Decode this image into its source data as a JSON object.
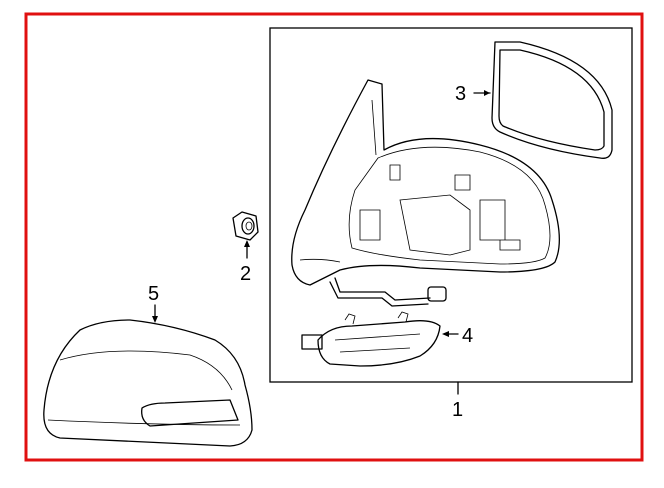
{
  "diagram": {
    "frame_color": "#e01010",
    "callouts": [
      {
        "id": "1",
        "part": "mirror-assembly"
      },
      {
        "id": "2",
        "part": "nut"
      },
      {
        "id": "3",
        "part": "mirror-glass"
      },
      {
        "id": "4",
        "part": "turn-signal-lamp"
      },
      {
        "id": "5",
        "part": "mirror-cover"
      }
    ]
  }
}
